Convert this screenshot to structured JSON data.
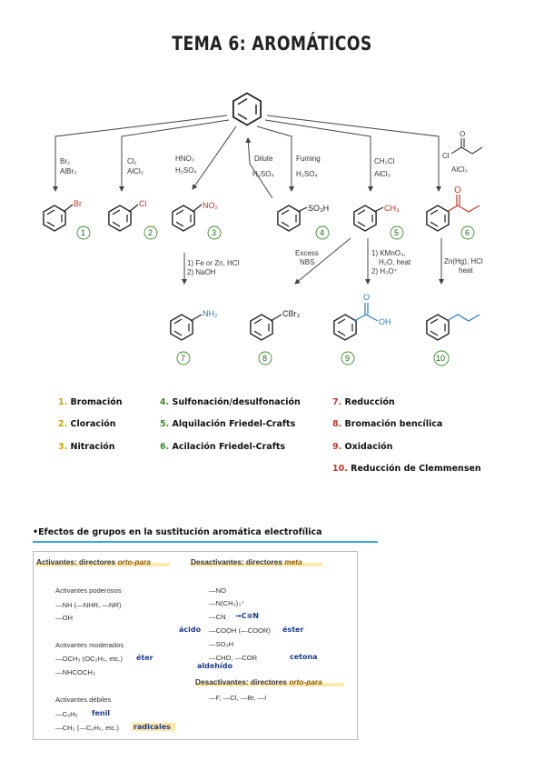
{
  "title": "TEMA 6: AROMÁTICOS",
  "reactions": {
    "r1": [
      "Br₂",
      "AlBr₃"
    ],
    "r2": [
      "Cl₂",
      "AlCl₃"
    ],
    "r3": [
      "HNO₃",
      "H₂SO₄"
    ],
    "r4a": [
      "Dilute",
      "H₂SO₄"
    ],
    "r4b": [
      "Fuming",
      "H₂SO₄"
    ],
    "r5": [
      "CH₃Cl",
      "AlCl₃"
    ],
    "r6": [
      "Cl",
      "AlCl₃"
    ],
    "r7": [
      "1) Fe or Zn, HCl",
      "2) NaOH"
    ],
    "r8": [
      "Excess",
      "NBS"
    ],
    "r9": [
      "1) KMnO₄,",
      "H₂O, heat",
      "2) H₃O⁺"
    ],
    "r10": [
      "Zn(Hg), HCl",
      "heat"
    ]
  },
  "substituents": {
    "br": "Br",
    "cl": "Cl",
    "no2": "NO₂",
    "so3h": "SO₃H",
    "ch3": "CH₃",
    "nh2": "NH₂",
    "cbr3": "CBr₃",
    "o": "O",
    "oh": "OH"
  },
  "numbers": [
    "1",
    "2",
    "3",
    "4",
    "5",
    "6",
    "7",
    "8",
    "9",
    "10"
  ],
  "legend": [
    {
      "n": "1.",
      "text": "Bromación"
    },
    {
      "n": "2.",
      "text": "Cloración"
    },
    {
      "n": "3.",
      "text": "Nitración"
    },
    {
      "n": "4.",
      "text": "Sulfonación/desulfonación"
    },
    {
      "n": "5.",
      "text": "Alquilación Friedel-Crafts"
    },
    {
      "n": "6.",
      "text": "Acilación Friedel-Crafts"
    },
    {
      "n": "7.",
      "text": "Reducción"
    },
    {
      "n": "8.",
      "text": "Bromación bencílica"
    },
    {
      "n": "9.",
      "text": "Oxidación"
    },
    {
      "n": "10.",
      "text": "Reducción de Clemmensen"
    }
  ],
  "section_title": "•Efectos de grupos en la sustitución aromática electrofílica",
  "table": {
    "activantes_label": "Activantes: directores ",
    "activantes_em": "orto-para",
    "desactivantes_label": "Desactivantes: directores ",
    "desactivantes_em": "meta",
    "poderosos": "Activantes poderosos",
    "poderosos_1": "—NH (—NHR, —NR)",
    "poderosos_2": "—OH",
    "moderados": "Activantes moderados",
    "moderados_1": "—OCH₃ (OC₂H₅, etc.)",
    "moderados_2": "—NHCOCH₃",
    "debiles": "Activantes débiles",
    "debiles_1": "—C₆H₅",
    "debiles_2": "—CH₃ (—C₂H₅, etc.)",
    "meta_1": "—NO",
    "meta_2": "—N(CH₃)₃⁺",
    "meta_3": "—CN",
    "meta_4": "—COOH (—COOR)",
    "meta_5": "—SO₃H",
    "meta_6": "—CHO, —COR",
    "op_label": "Desactivantes: directores ",
    "op_em": "orto-para",
    "op_1": "—F, —Cl, —Br, —I",
    "notes": {
      "eter": "éter",
      "fenil": "fenil",
      "radicales": "radicales",
      "cn": "→C≡N",
      "acido": "ácido",
      "ester": "éster",
      "cetona": "cetona",
      "aldehido": "aldehído"
    }
  }
}
